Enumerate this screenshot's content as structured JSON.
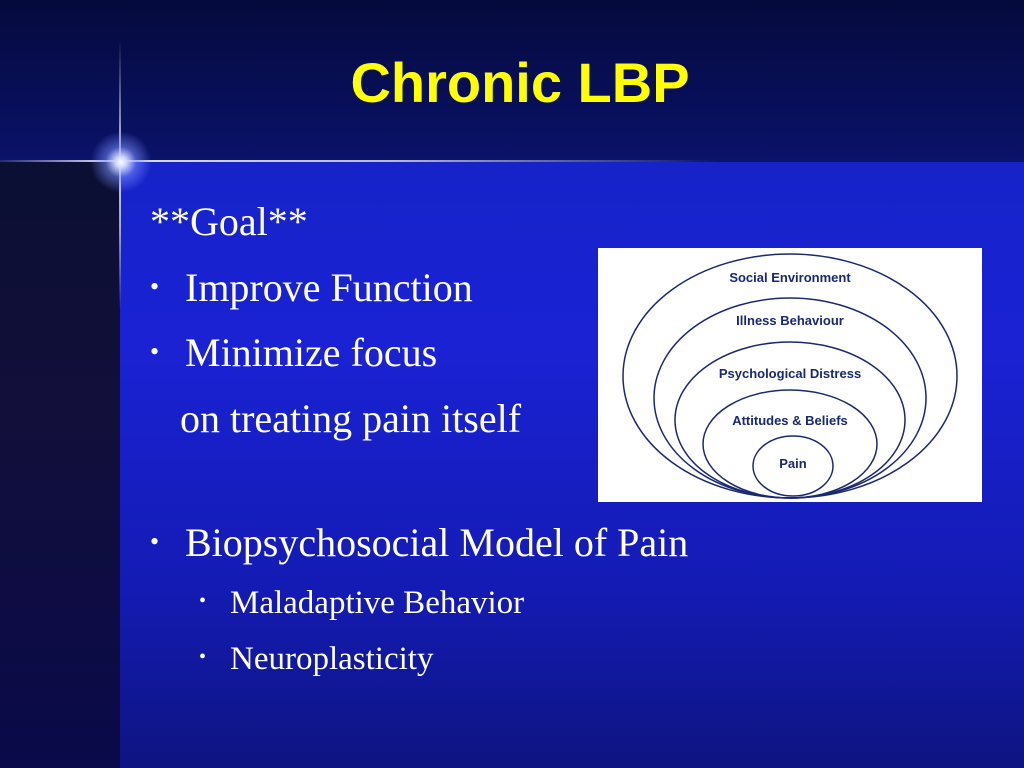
{
  "slide": {
    "title": "Chronic LBP",
    "goal_heading": "**Goal**",
    "bullets": [
      {
        "text": "Improve Function"
      },
      {
        "text": "Minimize focus"
      },
      {
        "text": "on treating pain itself"
      },
      {
        "text": "Biopsychosocial Model of Pain"
      }
    ],
    "sub_bullets": [
      {
        "text": "Maladaptive Behavior"
      },
      {
        "text": "Neuroplasticity"
      }
    ],
    "bullet_glyph": "•"
  },
  "diagram": {
    "layers": [
      "Social Environment",
      "Illness Behaviour",
      "Psychological Distress",
      "Attitudes & Beliefs",
      "Pain"
    ]
  },
  "colors": {
    "title": "#ffff00",
    "text": "#ffffff",
    "background": "#1a22d4",
    "diagram_ink": "#1a2870"
  }
}
